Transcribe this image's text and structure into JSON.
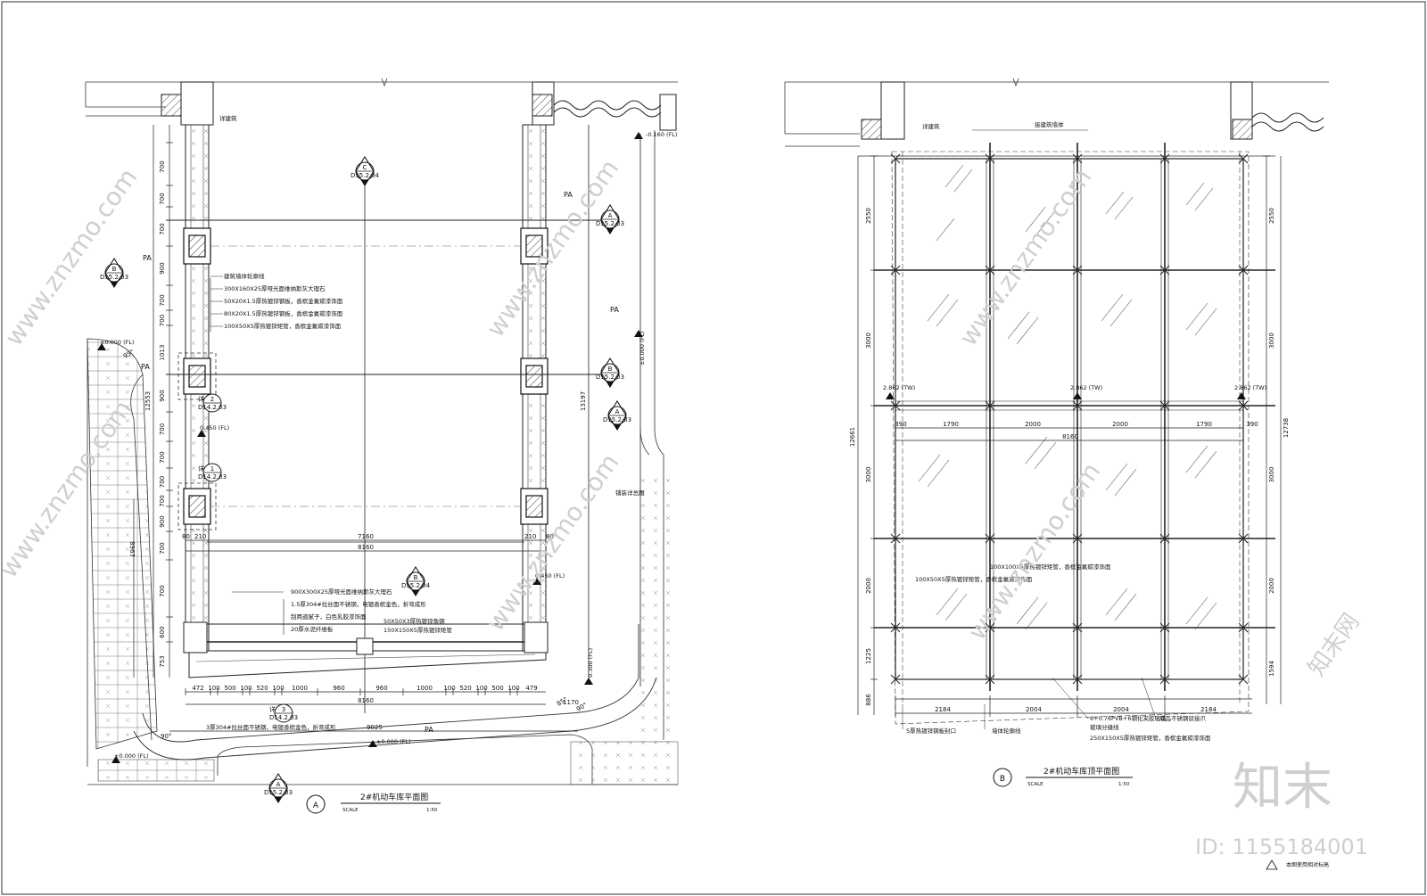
{
  "plan_a": {
    "title": "2#机动车库平面图",
    "tag": "A",
    "scale_label": "SCALE",
    "scale_value": "1:50",
    "labels": {
      "existing_building": "详建筑",
      "pa1": "PA",
      "pa2": "PA",
      "pa3": "PA",
      "pa4": "PA",
      "pa5": "PA",
      "paving": "铺装详总图"
    },
    "elevations": {
      "e1": "-0.160 (FL)",
      "e2": "±0.000 (FL)",
      "e3": "±0.000 (FL)",
      "e4": "0.450 (FL)",
      "e5": "0.450 (FL)",
      "e6": "0.300 (FL)",
      "e7": "±0.000 (FL)",
      "e8": "±0.000 (FL)"
    },
    "wall_notes": [
      "建筑墙体轮廓线",
      "300X160X25厚哑光面维纳斯灰大理石",
      "50X20X1.5厚热镀锌钢板，香槟金氟碳漆饰面",
      "80X20X1.5厚热镀锌钢板，香槟金氟碳漆饰面",
      "100X50X5厚热镀锌矩管，香槟金氟碳漆饰面"
    ],
    "base_notes": [
      "900X300X25厚哑光面维纳斯灰大理石",
      "1.5厚304#拉丝面不锈钢，电镀香槟金色，折弯成形",
      "刮两道腻子，白色乳胶漆饰面",
      "20厚水泥纤维板",
      "50X50X3厚热镀锌角钢",
      "150X150X5厚热镀锌矩管"
    ],
    "bottom_note": "3厚304#拉丝面不锈钢，电镀香槟金色，折弯成形",
    "left_dims": [
      "700",
      "700",
      "700",
      "900",
      "700",
      "700",
      "1013",
      "900",
      "700",
      "700",
      "700",
      "700",
      "900",
      "700",
      "700",
      "600",
      "753"
    ],
    "long_dims": {
      "left": "12553",
      "right": "13197",
      "lower": "8967"
    },
    "width_dims": {
      "inner": "7160",
      "outer": "8160",
      "bottom": "8160",
      "total": "9025",
      "extra": "1170"
    },
    "small_dims": [
      "80",
      "210",
      "210",
      "80"
    ],
    "bottom_dims": [
      "472",
      "100",
      "500",
      "100",
      "520",
      "100",
      "1000",
      "960",
      "960",
      "1000",
      "100",
      "520",
      "100",
      "500",
      "100",
      "479"
    ],
    "angle_labels": [
      "90°",
      "95°",
      "90°",
      "85°"
    ],
    "symbols": [
      {
        "id": "C",
        "sheet": "D15.2.04"
      },
      {
        "id": "B",
        "sheet": "D15.2.03"
      },
      {
        "id": "A",
        "sheet": "D15.2.03"
      },
      {
        "id": "B",
        "sheet": "D15.2.03"
      },
      {
        "id": "A",
        "sheet": "D15.2.03"
      },
      {
        "id": "2",
        "sheet": "D14.2.03",
        "prefix": "详"
      },
      {
        "id": "1",
        "sheet": "D14.2.03",
        "prefix": "详"
      },
      {
        "id": "B",
        "sheet": "D15.2.04"
      },
      {
        "id": "3",
        "sheet": "D14.2.03",
        "prefix": "详"
      },
      {
        "id": "A",
        "sheet": "D15.2.03"
      }
    ]
  },
  "plan_b": {
    "title": "2#机动车库顶平面图",
    "tag": "B",
    "scale_label": "SCALE",
    "scale_value": "1:50",
    "labels": {
      "existing": "详建筑",
      "wall_line": "接建筑墙体"
    },
    "elevations": {
      "e1": "2.862 (TW)",
      "e2": "2.862 (TW)",
      "e3": "2.862 (TW)"
    },
    "left_dims": [
      "2550",
      "3000",
      "3000",
      "2000",
      "1225",
      "886"
    ],
    "right_dims": [
      "2550",
      "3000",
      "3000",
      "2000",
      "1594"
    ],
    "total_left": "12661",
    "total_right": "12738",
    "mid_dims": [
      "390",
      "1790",
      "2000",
      "2000",
      "1790",
      "390"
    ],
    "mid_total": "8160",
    "bottom_dims": [
      "2184",
      "2004",
      "2004",
      "2184"
    ],
    "notes_inside": [
      "100X100X5厚热镀锌矩管，香槟金氟碳漆饰面",
      "100X50X5厚热镀锌矩管，香槟金氟碳漆饰面"
    ],
    "notes_bottom": [
      "5厚热镀锌钢板封口",
      "墙体轮廓线",
      "6+0.76PVB+6钢化夹胶玻璃",
      "玻璃分缝线",
      "成品不锈钢驳接爪",
      "250X150X5厚热镀锌矩管，香槟金氟碳漆饰面"
    ],
    "legend_note": "本图使用相对标高"
  },
  "watermark": {
    "brand": "知末",
    "id_text": "ID: 1155184001",
    "url_text": "www.znzmo.com",
    "small_brand": "知末网"
  }
}
